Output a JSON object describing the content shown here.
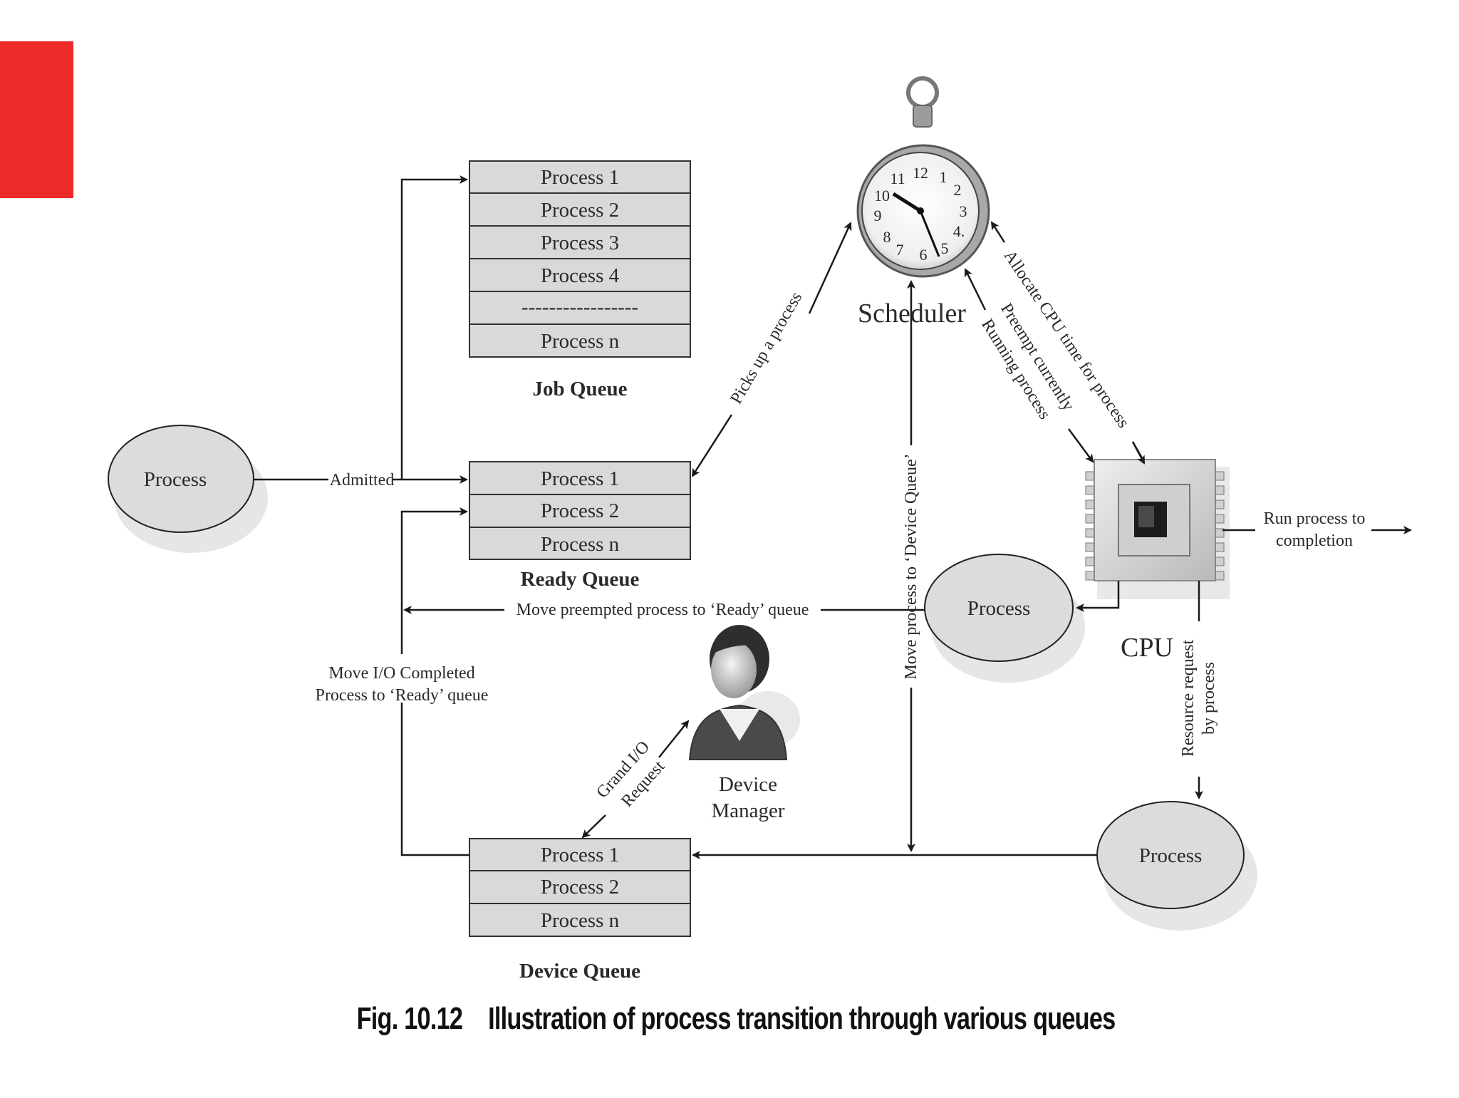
{
  "job_queue": {
    "title": "Job Queue",
    "items": [
      "Process 1",
      "Process 2",
      "Process 3",
      "Process 4",
      "-----------------",
      "Process n"
    ]
  },
  "ready_queue": {
    "title": "Ready Queue",
    "items": [
      "Process 1",
      "Process 2",
      "Process n"
    ]
  },
  "device_queue": {
    "title": "Device Queue",
    "items": [
      "Process 1",
      "Process 2",
      "Process n"
    ]
  },
  "nodes": {
    "process_left": "Process",
    "process_mid": "Process",
    "process_bottom": "Process",
    "scheduler": "Scheduler",
    "cpu": "CPU",
    "device_manager_line1": "Device",
    "device_manager_line2": "Manager"
  },
  "edges": {
    "admitted": "Admitted",
    "picks_up": "Picks up a process",
    "allocate_cpu": "Allocate CPU time for process",
    "preempt_line1": "Preempt currently",
    "preempt_line2": "Running process",
    "run_completion_line1": "Run process to",
    "run_completion_line2": "completion",
    "move_preempted": "Move preempted process to ‘Ready’ queue",
    "move_io_line1": "Move I/O Completed",
    "move_io_line2": "Process to ‘Ready’ queue",
    "move_device": "Move process to ‘Device Queue’",
    "resource_line1": "Resource request",
    "resource_line2": "by process",
    "grand_io_line1": "Grand I/O",
    "grand_io_line2": "Request"
  },
  "caption": {
    "number": "Fig. 10.12",
    "text": "Illustration of process transition through various queues"
  },
  "colors": {
    "accent_red": "#ef2a2a",
    "queue_fill": "#d9d9d9",
    "ellipse_fill": "#dcdcdc",
    "line": "#1a1a1a"
  }
}
